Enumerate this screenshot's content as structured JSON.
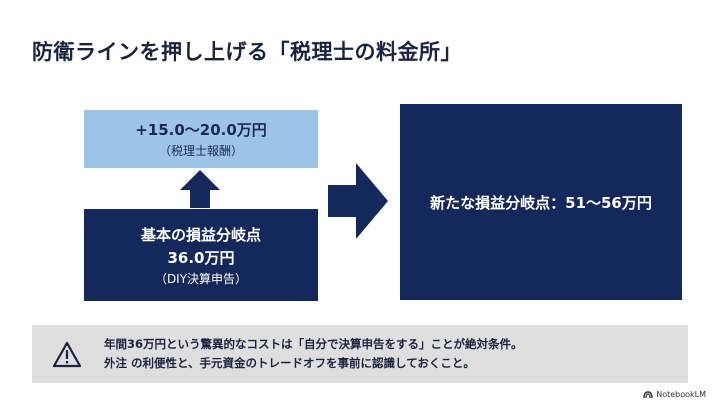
{
  "title": "防衛ラインを押し上げる「税理士の料金所」",
  "top_box": {
    "line1": "+15.0〜20.0万円",
    "line2": "（税理士報酬）"
  },
  "bottom_box": {
    "line1": "基本の損益分岐点",
    "line2": "36.0万円",
    "line3": "（DIY決算申告）"
  },
  "result_box": {
    "text": "新たな損益分岐点：51〜56万円"
  },
  "note": {
    "line1": "年間36万円という驚異的なコストは「自分で決算申告をする」ことが絶対条件。",
    "line2": "外注 の利便性と、手元資金のトレードオフを事前に認識しておくこと。"
  },
  "brand": {
    "label": "NotebookLM"
  },
  "colors": {
    "navy": "#14285c",
    "light_blue": "#9dc3e6",
    "note_bg": "#dedede",
    "title": "#1a2340"
  },
  "icons": [
    "up-arrow-icon",
    "right-arrow-icon",
    "warning-icon",
    "notebooklm-logo-icon"
  ]
}
